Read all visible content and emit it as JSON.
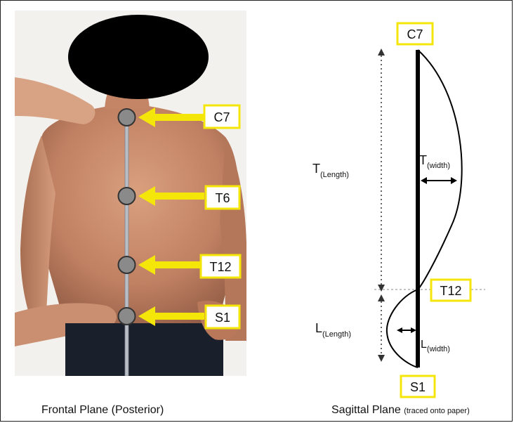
{
  "frontal": {
    "caption": "Frontal Plane (Posterior)",
    "markers": [
      {
        "label": "C7"
      },
      {
        "label": "T6"
      },
      {
        "label": "T12"
      },
      {
        "label": "S1"
      }
    ]
  },
  "sagittal": {
    "caption_main": "Sagittal Plane",
    "caption_note": "(traced onto paper)",
    "top_label": "C7",
    "mid_label": "T12",
    "bottom_label": "S1",
    "t_length": {
      "base": "T",
      "sub": "(Length)"
    },
    "t_width": {
      "base": "T",
      "sub": "(width)"
    },
    "l_length": {
      "base": "L",
      "sub": "(Length)"
    },
    "l_width": {
      "base": "L",
      "sub": "(width)"
    }
  },
  "colors": {
    "highlight": "#ffff00",
    "arrow": "#f5e60a",
    "marker_fill": "#8a8a8a",
    "skin": "#c98a68",
    "head_mask": "#000000"
  }
}
